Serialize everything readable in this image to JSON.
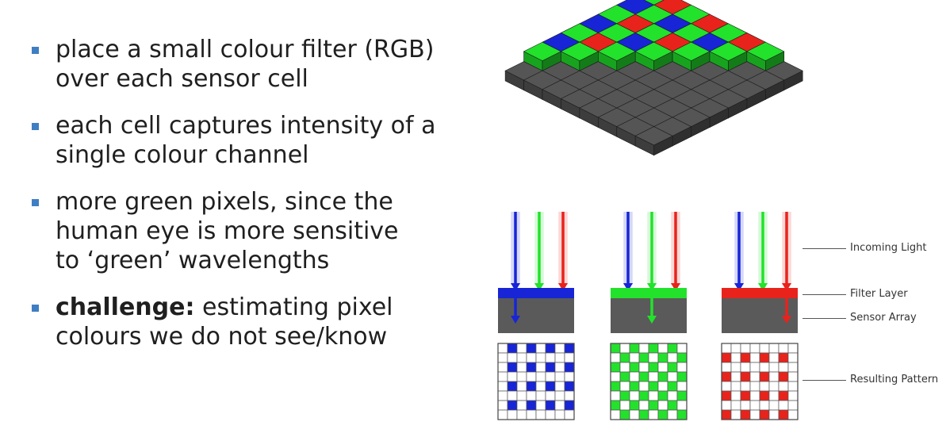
{
  "bullets": [
    {
      "bold": "",
      "text": "place a small colour filter (RGB) over each sensor cell"
    },
    {
      "bold": "",
      "text": "each cell captures intensity of a single colour channel"
    },
    {
      "bold": "",
      "text": "more green pixels, since the human eye is more sensitive to ‘green’ wavelengths"
    },
    {
      "bold": "challenge:",
      "text": " estimating pixel colours we do not see/know"
    }
  ],
  "diagram": {
    "labels": {
      "incoming_light": "Incoming Light",
      "filter_layer": "Filter Layer",
      "sensor_array": "Sensor Array",
      "resulting_pattern": "Resulting Pattern"
    }
  },
  "colors": {
    "red": "#e8231c",
    "green": "#22e22b",
    "blue": "#1825d6",
    "sensor_gray": "#5a5a5a",
    "bullet_marker": "#3f7ec3"
  }
}
